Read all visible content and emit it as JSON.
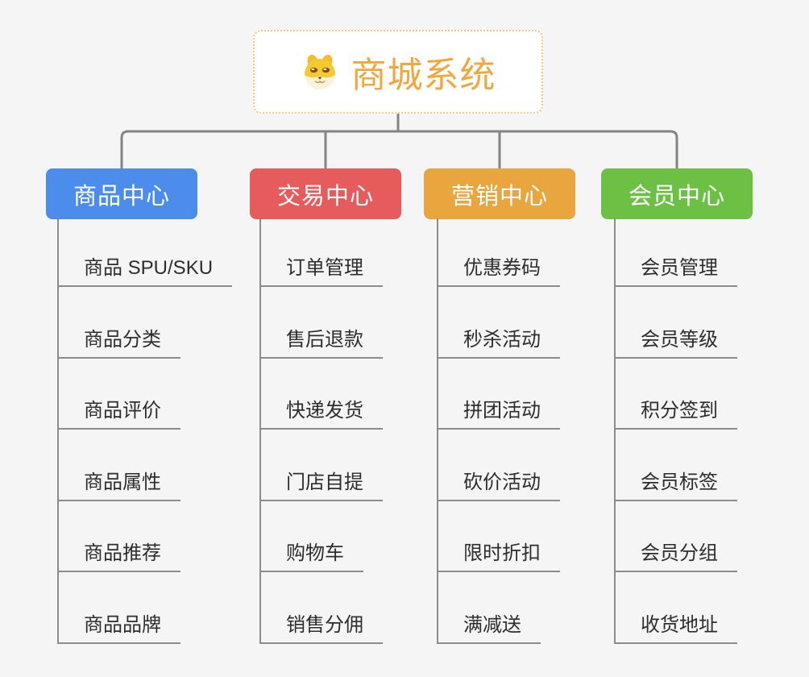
{
  "root": {
    "title": "商城系统",
    "icon": "dog-face-icon"
  },
  "branches": [
    {
      "label": "商品中心",
      "color": "#4c8deb",
      "items": [
        "商品 SPU/SKU",
        "商品分类",
        "商品评价",
        "商品属性",
        "商品推荐",
        "商品品牌"
      ]
    },
    {
      "label": "交易中心",
      "color": "#e65b5b",
      "items": [
        "订单管理",
        "售后退款",
        "快递发货",
        "门店自提",
        "购物车",
        "销售分佣"
      ]
    },
    {
      "label": "营销中心",
      "color": "#e9a63f",
      "items": [
        "优惠券码",
        "秒杀活动",
        "拼团活动",
        "砍价活动",
        "限时折扣",
        "满减送"
      ]
    },
    {
      "label": "会员中心",
      "color": "#6cc044",
      "items": [
        "会员管理",
        "会员等级",
        "积分签到",
        "会员标签",
        "会员分组",
        "收货地址"
      ]
    }
  ],
  "colors": {
    "background": "#f5f5f5",
    "connector_line": "#848484",
    "spine_line": "#8c8c8c",
    "root_text": "#f0a73f",
    "root_border": "#f5c880",
    "leaf_text": "#2d2d2d"
  }
}
